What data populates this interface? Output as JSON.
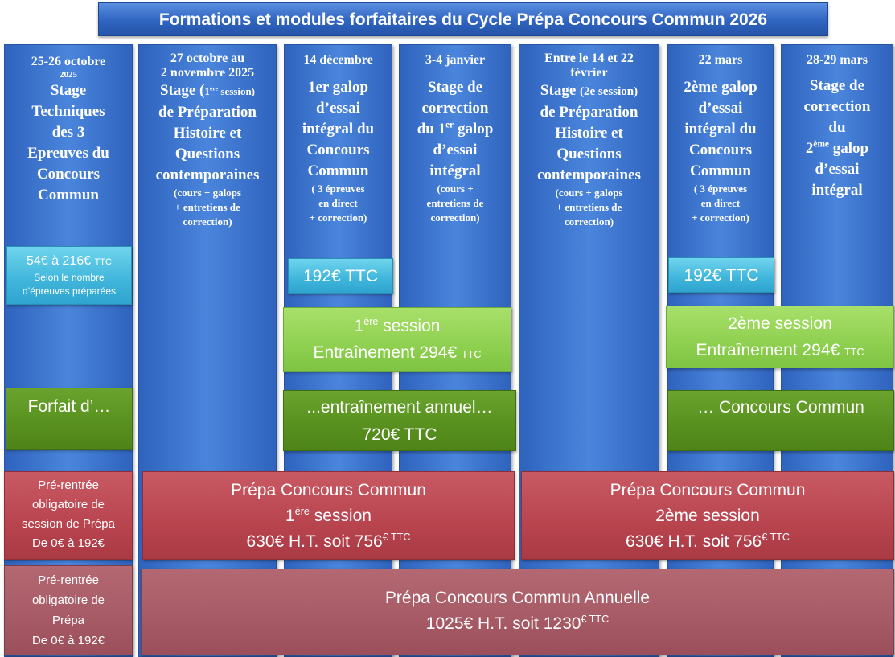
{
  "title": "Formations et modules forfaitaires du Cycle Prépa Concours Commun 2026",
  "columns": [
    {
      "date1": "25-26 octobre",
      "date2": "2025",
      "title": [
        "Stage",
        "Techniques",
        "des 3",
        "Epreuves du",
        "Concours",
        "Commun"
      ]
    },
    {
      "date1": "27 octobre au",
      "date2": "2 novembre 2025",
      "title_pre": "Stage (",
      "title_sup": "ère",
      "title_post": " session)",
      "title1": "1",
      "title": [
        "de Préparation",
        "Histoire et",
        "Questions",
        "contemporaines"
      ],
      "sub": [
        "(cours + galops",
        "+ entretiens de",
        "correction)"
      ]
    },
    {
      "date1": "14 décembre",
      "title": [
        "1er galop",
        "d’essai",
        "intégral du",
        "Concours",
        "Commun"
      ],
      "sub": [
        "( 3 épreuves",
        "en direct",
        "+ correction)"
      ]
    },
    {
      "date1": "3-4 janvier",
      "title": [
        "Stage de",
        "correction"
      ],
      "title3_pre": "du 1",
      "title3_sup": "er",
      "title3_post": " galop",
      "title_b": [
        "d’essai",
        "intégral"
      ],
      "sub": [
        "(cours +",
        "entretiens de",
        "correction)"
      ]
    },
    {
      "date1": "Entre le 14 et 22",
      "date2": "février",
      "title_line1_a": "Stage ",
      "title_line1_b": "(2e session)",
      "title": [
        "de Préparation",
        "Histoire et",
        "Questions",
        "contemporaines"
      ],
      "sub": [
        "(cours + galops",
        "+ entretiens de",
        "correction)"
      ]
    },
    {
      "date1": "22 mars",
      "title": [
        "2ème galop",
        "d’essai",
        "intégral du",
        "Concours",
        "Commun"
      ],
      "sub": [
        "( 3 épreuves",
        "en direct",
        "+ correction)"
      ]
    },
    {
      "date1": "28-29 mars",
      "title": [
        "Stage de",
        "correction",
        "du"
      ],
      "title4_pre": "2",
      "title4_sup": "ème",
      "title4_post": " galop",
      "title_b": [
        "d’essai",
        "intégral"
      ]
    }
  ],
  "price_first": {
    "line1": "54€ à 216€",
    "ttc": "TTC",
    "line2": "Selon le nombre",
    "line3": "d’épreuves préparées"
  },
  "price_galop1": "192€ TTC",
  "price_galop2": "192€ TTC",
  "session1": {
    "pre": "1",
    "sup": "ère",
    "post": " session",
    "line2": "Entraînement 294€",
    "ttc": "TTC"
  },
  "session2": {
    "line1": "2ème session",
    "line2": "Entraînement 294€",
    "ttc": "TTC"
  },
  "forfait": {
    "left": "Forfait d’…",
    "middle1": "...entraînement annuel…",
    "middle2": "720€ TTC",
    "right": "… Concours Commun"
  },
  "prerentree1": [
    "Pré-rentrée",
    "obligatoire de",
    "session de Prépa",
    "De 0€ à 192€"
  ],
  "prepa1": {
    "line1": "Prépa Concours Commun",
    "line2_pre": "1",
    "line2_sup": "ère",
    "line2_post": " session",
    "line3": "630€ H.T. soit 756",
    "line3_sup": "€ TTC"
  },
  "prepa2": {
    "line1": "Prépa Concours Commun",
    "line2": "2ème session",
    "line3": "630€ H.T. soit 756",
    "line3_sup": "€ TTC"
  },
  "prerentree2": [
    "Pré-rentrée",
    "obligatoire de",
    "Prépa",
    "De 0€ à 192€"
  ],
  "annual": {
    "line1": "Prépa Concours Commun Annuelle",
    "line2": "1025€ H.T. soit 1230",
    "line2_sup": "€ TTC"
  }
}
